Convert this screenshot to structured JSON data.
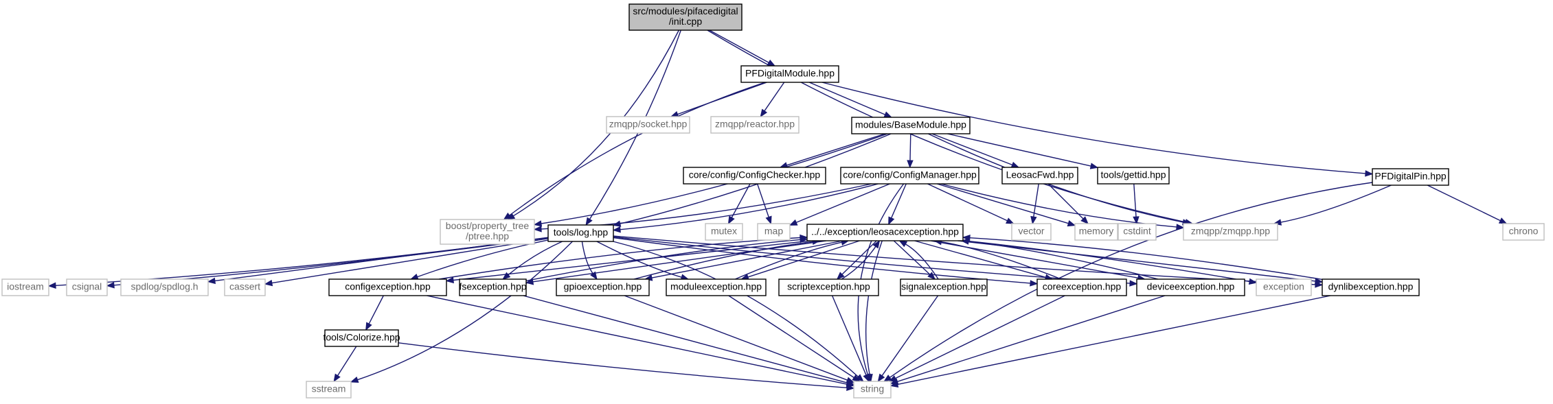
{
  "nodes": {
    "init_cpp": {
      "lines": [
        "src/modules/pifacedigital",
        "/init.cpp"
      ],
      "kind": "main"
    },
    "PFDigitalModule": {
      "lines": [
        "PFDigitalModule.hpp"
      ],
      "kind": "file"
    },
    "zmqpp_socket": {
      "lines": [
        "zmqpp/socket.hpp"
      ],
      "kind": "external"
    },
    "zmqpp_reactor": {
      "lines": [
        "zmqpp/reactor.hpp"
      ],
      "kind": "external"
    },
    "BaseModule": {
      "lines": [
        "modules/BaseModule.hpp"
      ],
      "kind": "file"
    },
    "PFDigitalPin": {
      "lines": [
        "PFDigitalPin.hpp"
      ],
      "kind": "file"
    },
    "ConfigChecker": {
      "lines": [
        "core/config/ConfigChecker.hpp"
      ],
      "kind": "file"
    },
    "ConfigManager": {
      "lines": [
        "core/config/ConfigManager.hpp"
      ],
      "kind": "file"
    },
    "LeosacFwd": {
      "lines": [
        "LeosacFwd.hpp"
      ],
      "kind": "file"
    },
    "gettid": {
      "lines": [
        "tools/gettid.hpp"
      ],
      "kind": "file"
    },
    "ptree": {
      "lines": [
        "boost/property_tree",
        "/ptree.hpp"
      ],
      "kind": "external"
    },
    "log": {
      "lines": [
        "tools/log.hpp"
      ],
      "kind": "file"
    },
    "mutex": {
      "lines": [
        "mutex"
      ],
      "kind": "external"
    },
    "map": {
      "lines": [
        "map"
      ],
      "kind": "external"
    },
    "leosacexception": {
      "lines": [
        "../../exception/leosacexception.hpp"
      ],
      "kind": "file"
    },
    "vector": {
      "lines": [
        "vector"
      ],
      "kind": "external"
    },
    "memory": {
      "lines": [
        "memory"
      ],
      "kind": "external"
    },
    "cstdint": {
      "lines": [
        "cstdint"
      ],
      "kind": "external"
    },
    "zmqpp": {
      "lines": [
        "zmqpp/zmqpp.hpp"
      ],
      "kind": "external"
    },
    "chrono": {
      "lines": [
        "chrono"
      ],
      "kind": "external"
    },
    "iostream": {
      "lines": [
        "iostream"
      ],
      "kind": "external"
    },
    "csignal": {
      "lines": [
        "csignal"
      ],
      "kind": "external"
    },
    "spdlog": {
      "lines": [
        "spdlog/spdlog.h"
      ],
      "kind": "external"
    },
    "cassert": {
      "lines": [
        "cassert"
      ],
      "kind": "external"
    },
    "configexception": {
      "lines": [
        "configexception.hpp"
      ],
      "kind": "file"
    },
    "fsexception": {
      "lines": [
        "fsexception.hpp"
      ],
      "kind": "file"
    },
    "gpioexception": {
      "lines": [
        "gpioexception.hpp"
      ],
      "kind": "file"
    },
    "moduleexception": {
      "lines": [
        "moduleexception.hpp"
      ],
      "kind": "file"
    },
    "scriptexception": {
      "lines": [
        "scriptexception.hpp"
      ],
      "kind": "file"
    },
    "signalexception": {
      "lines": [
        "signalexception.hpp"
      ],
      "kind": "file"
    },
    "coreexception": {
      "lines": [
        "coreexception.hpp"
      ],
      "kind": "file"
    },
    "deviceexception": {
      "lines": [
        "deviceexception.hpp"
      ],
      "kind": "file"
    },
    "exception": {
      "lines": [
        "exception"
      ],
      "kind": "external"
    },
    "dynlibexception": {
      "lines": [
        "dynlibexception.hpp"
      ],
      "kind": "file"
    },
    "Colorize": {
      "lines": [
        "tools/Colorize.hpp"
      ],
      "kind": "file"
    },
    "sstream": {
      "lines": [
        "sstream"
      ],
      "kind": "external"
    },
    "string": {
      "lines": [
        "string"
      ],
      "kind": "external"
    }
  },
  "edges": [
    [
      "init_cpp",
      "PFDigitalModule"
    ],
    [
      "init_cpp",
      "ptree"
    ],
    [
      "init_cpp",
      "log"
    ],
    [
      "init_cpp",
      "zmqpp"
    ],
    [
      "PFDigitalModule",
      "zmqpp_socket"
    ],
    [
      "PFDigitalModule",
      "zmqpp_reactor"
    ],
    [
      "PFDigitalModule",
      "BaseModule"
    ],
    [
      "PFDigitalModule",
      "ptree"
    ],
    [
      "PFDigitalModule",
      "PFDigitalPin"
    ],
    [
      "BaseModule",
      "ptree"
    ],
    [
      "BaseModule",
      "log"
    ],
    [
      "BaseModule",
      "ConfigChecker"
    ],
    [
      "BaseModule",
      "ConfigManager"
    ],
    [
      "BaseModule",
      "LeosacFwd"
    ],
    [
      "BaseModule",
      "gettid"
    ],
    [
      "BaseModule",
      "zmqpp"
    ],
    [
      "ConfigChecker",
      "mutex"
    ],
    [
      "ConfigChecker",
      "map"
    ],
    [
      "ConfigManager",
      "ptree"
    ],
    [
      "ConfigManager",
      "log"
    ],
    [
      "ConfigManager",
      "map"
    ],
    [
      "ConfigManager",
      "leosacexception"
    ],
    [
      "ConfigManager",
      "vector"
    ],
    [
      "ConfigManager",
      "memory"
    ],
    [
      "ConfigManager",
      "zmqpp"
    ],
    [
      "ConfigManager",
      "string"
    ],
    [
      "LeosacFwd",
      "vector"
    ],
    [
      "LeosacFwd",
      "memory"
    ],
    [
      "gettid",
      "cstdint"
    ],
    [
      "PFDigitalPin",
      "zmqpp"
    ],
    [
      "PFDigitalPin",
      "chrono"
    ],
    [
      "PFDigitalPin",
      "string"
    ],
    [
      "log",
      "iostream"
    ],
    [
      "log",
      "csignal"
    ],
    [
      "log",
      "spdlog"
    ],
    [
      "log",
      "cassert"
    ],
    [
      "log",
      "sstream"
    ],
    [
      "log",
      "string"
    ],
    [
      "log",
      "configexception"
    ],
    [
      "log",
      "fsexception"
    ],
    [
      "log",
      "gpioexception"
    ],
    [
      "log",
      "moduleexception"
    ],
    [
      "log",
      "coreexception"
    ],
    [
      "log",
      "deviceexception"
    ],
    [
      "log",
      "dynlibexception"
    ],
    [
      "leosacexception",
      "configexception"
    ],
    [
      "leosacexception",
      "fsexception"
    ],
    [
      "leosacexception",
      "gpioexception"
    ],
    [
      "leosacexception",
      "moduleexception"
    ],
    [
      "leosacexception",
      "scriptexception"
    ],
    [
      "leosacexception",
      "signalexception"
    ],
    [
      "leosacexception",
      "coreexception"
    ],
    [
      "leosacexception",
      "deviceexception"
    ],
    [
      "leosacexception",
      "exception"
    ],
    [
      "leosacexception",
      "dynlibexception"
    ],
    [
      "leosacexception",
      "string"
    ],
    [
      "configexception",
      "leosacexception"
    ],
    [
      "fsexception",
      "leosacexception"
    ],
    [
      "gpioexception",
      "leosacexception"
    ],
    [
      "moduleexception",
      "leosacexception"
    ],
    [
      "scriptexception",
      "leosacexception"
    ],
    [
      "signalexception",
      "leosacexception"
    ],
    [
      "coreexception",
      "leosacexception"
    ],
    [
      "deviceexception",
      "leosacexception"
    ],
    [
      "dynlibexception",
      "leosacexception"
    ],
    [
      "configexception",
      "Colorize"
    ],
    [
      "configexception",
      "string"
    ],
    [
      "fsexception",
      "string"
    ],
    [
      "gpioexception",
      "string"
    ],
    [
      "moduleexception",
      "string"
    ],
    [
      "scriptexception",
      "string"
    ],
    [
      "signalexception",
      "string"
    ],
    [
      "coreexception",
      "string"
    ],
    [
      "deviceexception",
      "string"
    ],
    [
      "dynlibexception",
      "string"
    ],
    [
      "Colorize",
      "sstream"
    ],
    [
      "Colorize",
      "string"
    ]
  ],
  "colors": {
    "edge": "#191970",
    "main_fill": "#bfbfbf",
    "file_border": "#000000",
    "external_border": "#bfbfbf",
    "external_text": "#6b6b6b"
  }
}
